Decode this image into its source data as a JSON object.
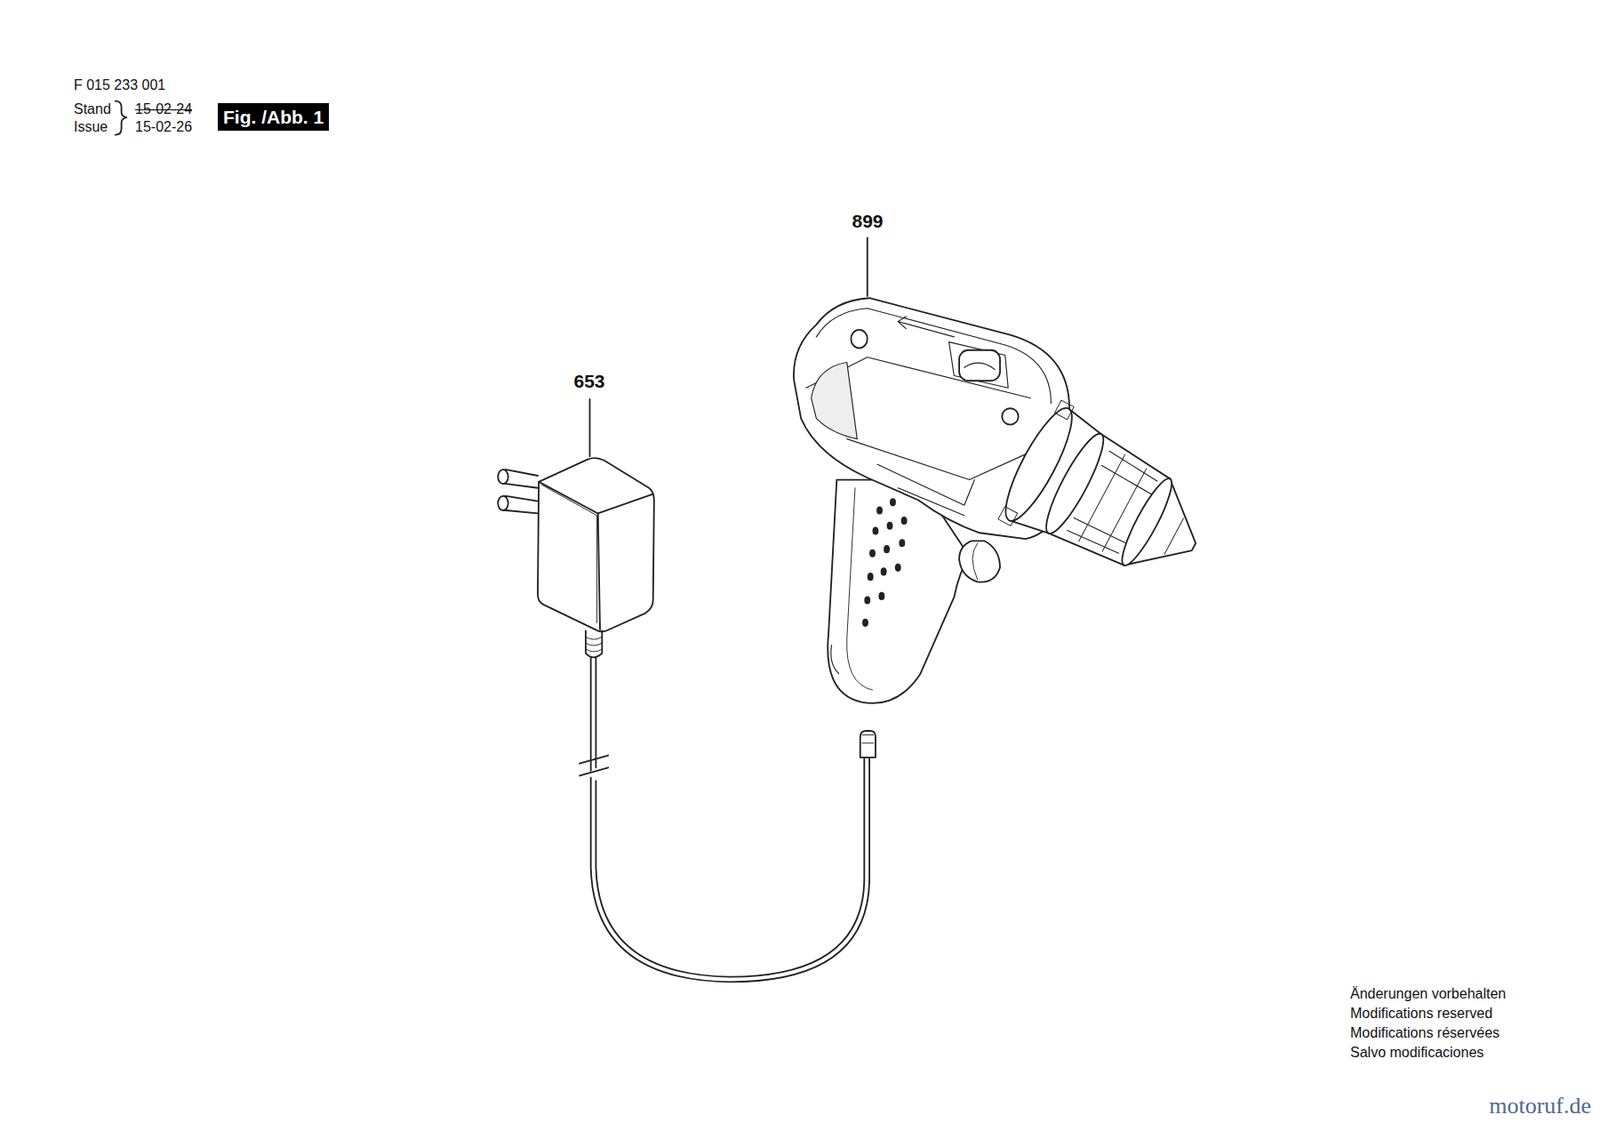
{
  "diagram": {
    "labels": [
      "F 015 233 001",
      "Stand",
      "Issue",
      "15-02-24",
      "15-02-26",
      "Fig. /Abb. 1",
      "899",
      "653",
      "Änderungen vorbehalten",
      "Modifications reserved",
      "Modifications réservées",
      "Salvo modificaciones",
      "motoruf.de"
    ]
  }
}
